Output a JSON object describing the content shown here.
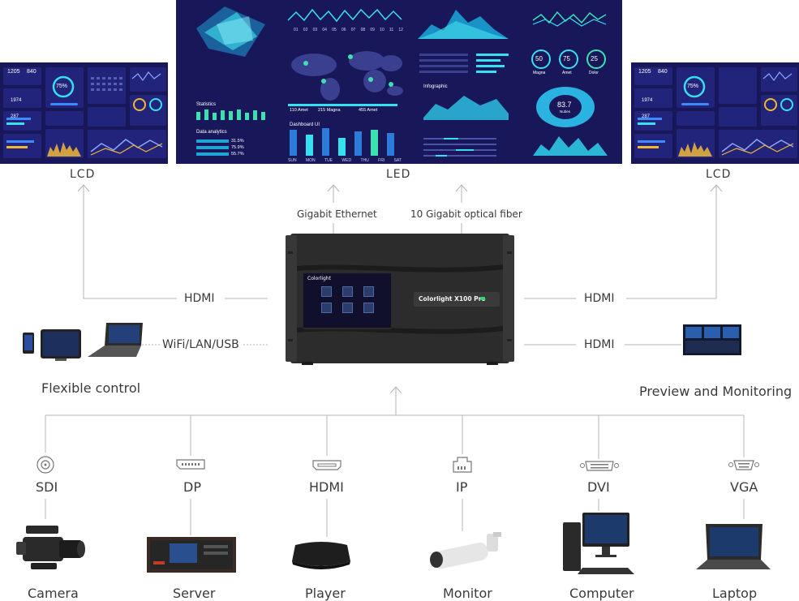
{
  "screens": {
    "left_label": "LCD",
    "center_label": "LED",
    "right_label": "LCD"
  },
  "links": {
    "gigabit_ethernet": "Gigabit Ethernet",
    "optical_fiber": "10 Gigabit optical fiber",
    "hdmi_left": "HDMI",
    "hdmi_right_top": "HDMI",
    "hdmi_right_bottom": "HDMI",
    "wifi": "WiFi/LAN/USB"
  },
  "device": {
    "brand": "Colorlight",
    "model": "Colorlight X100 Pro"
  },
  "sides": {
    "flexible_control": "Flexible control",
    "preview": "Preview and Monitoring"
  },
  "led_content": {
    "months": [
      "01",
      "02",
      "03",
      "04",
      "05",
      "06",
      "07",
      "08",
      "09",
      "10",
      "11",
      "12"
    ],
    "days": [
      "SUN",
      "MON",
      "TUE",
      "WED",
      "THU",
      "FRI",
      "SAT"
    ],
    "statistics": "Statistics",
    "data_analytics": "Data analytics",
    "dashboard": "Dashboard UI",
    "infographic": "Infographic",
    "percent_a": "31.5%",
    "percent_b": "75.9%",
    "percent_c": "55.7%",
    "stat_a": "110 Amet",
    "stat_b": "215 Magna",
    "stat_c": "455 Amet",
    "gauge_a": "50",
    "gauge_b": "75",
    "gauge_c": "25",
    "gauge_a_label": "Magna",
    "gauge_b_label": "Amet",
    "gauge_c_label": "Dolor",
    "big_value": "83.7",
    "big_unit": "Nubes"
  },
  "lcd_content": {
    "num_a": "1205",
    "num_b": "840",
    "pct": "75%",
    "up": "1974",
    "down": "287"
  },
  "inputs": [
    {
      "port": "SDI",
      "source": "Camera"
    },
    {
      "port": "DP",
      "source": "Server"
    },
    {
      "port": "HDMI",
      "source": "Player"
    },
    {
      "port": "IP",
      "source": "Monitor"
    },
    {
      "port": "DVI",
      "source": "Computer"
    },
    {
      "port": "VGA",
      "source": "Laptop"
    }
  ],
  "colors": {
    "screen_bg": "#18175a",
    "accent_cyan": "#37e0f0",
    "accent_green": "#3ee0b0",
    "line": "#b5b5b5",
    "rack": "#2c2c2c"
  }
}
